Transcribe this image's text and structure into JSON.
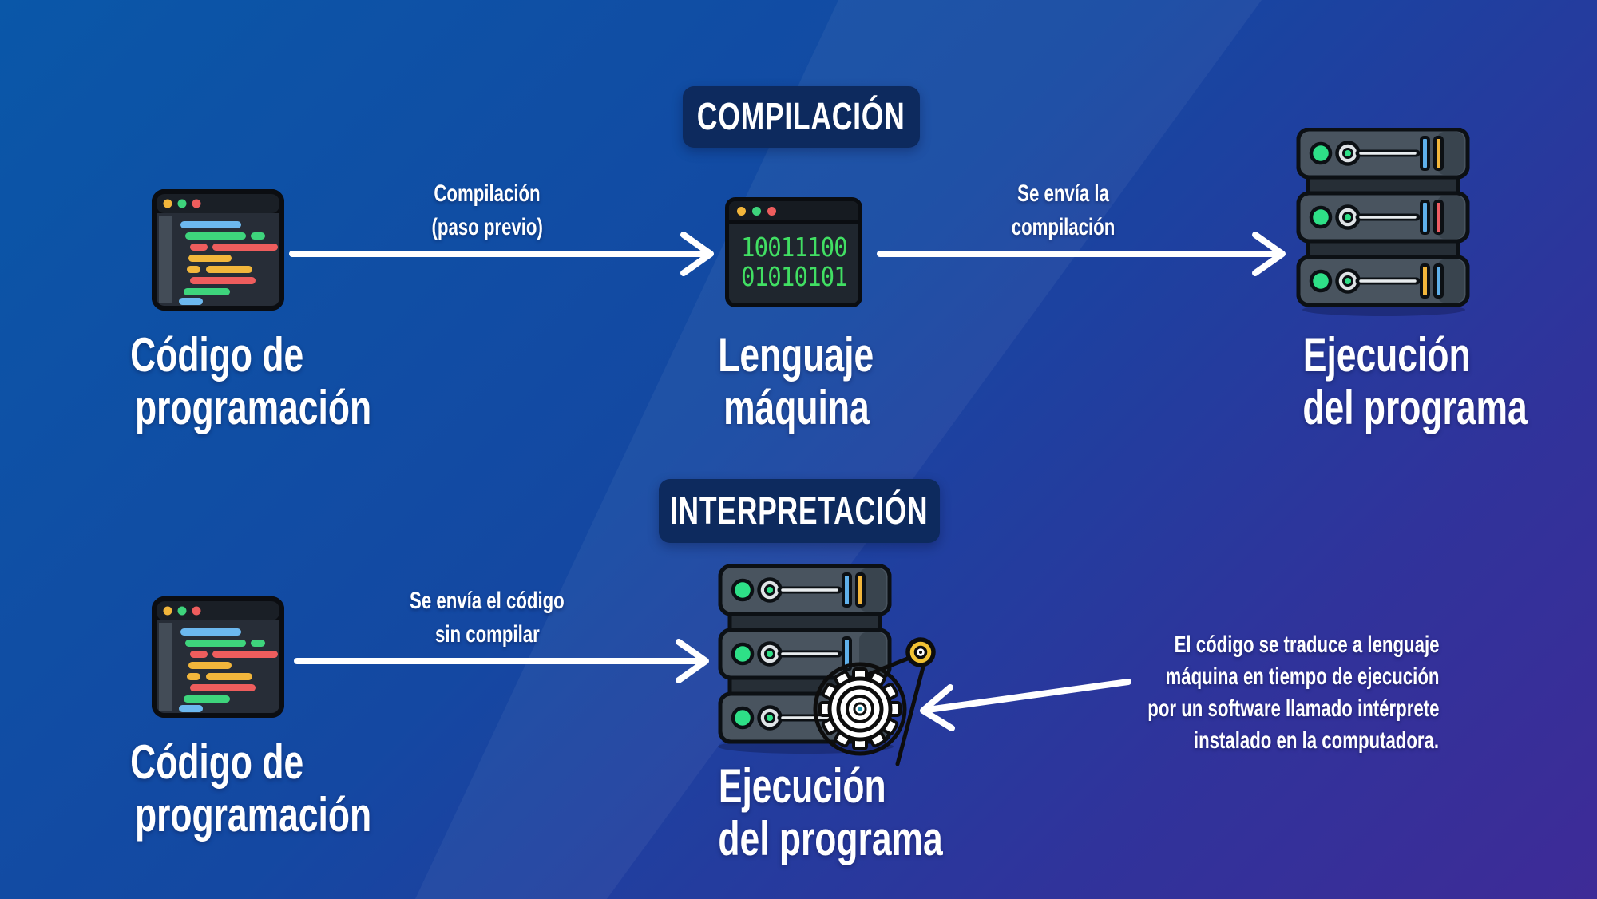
{
  "background": {
    "gradient_start": "#0a57a8",
    "gradient_end": "#3e2b97",
    "badge_bg": "#0d2a5e"
  },
  "compilation": {
    "badge": "COMPILACIÓN",
    "source": {
      "line1": "Código de",
      "line2": "programación"
    },
    "step1": {
      "line1": "Compilación",
      "line2": "(paso previo)"
    },
    "machine": {
      "line1": "Lenguaje",
      "line2": "máquina"
    },
    "binary": {
      "line1": "10011100",
      "line2": "01010101"
    },
    "step2": {
      "line1": "Se envía la",
      "line2": "compilación"
    },
    "target": {
      "line1": "Ejecución",
      "line2": "del programa"
    }
  },
  "interpretation": {
    "badge": "INTERPRETACIÓN",
    "source": {
      "line1": "Código de",
      "line2": "programación"
    },
    "step": {
      "line1": "Se envía el código",
      "line2": "sin compilar"
    },
    "target": {
      "line1": "Ejecución",
      "line2": "del programa"
    },
    "note": {
      "line1": "El código se traduce a lenguaje",
      "line2": "máquina en tiempo de ejecución",
      "line3": "por un software llamado intérprete",
      "line4": "instalado en la computadora."
    }
  },
  "icon_colors": {
    "editor_blue": "#6cb8ef",
    "editor_green": "#3ed47c",
    "editor_red": "#ee5d5d",
    "editor_yellow": "#f2b63b",
    "terminal_green": "#41df63",
    "server_body": "#49545f",
    "led_green": "#2ee087",
    "bar_blue": "#5fb0ea",
    "bar_yellow": "#f2b63b",
    "bar_red": "#ee5d64",
    "pulley_yellow": "#f2c233"
  }
}
